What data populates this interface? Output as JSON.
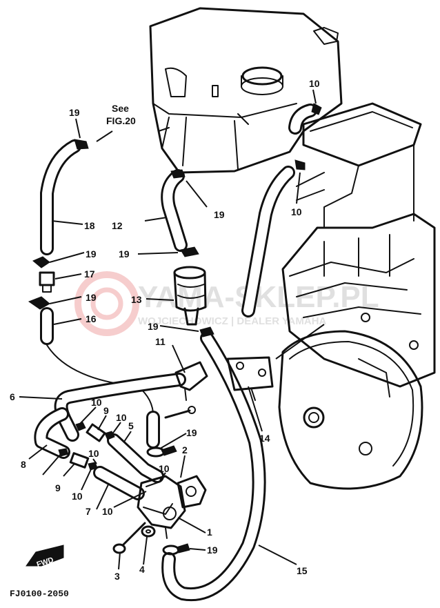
{
  "see_note": {
    "line1": "See",
    "line2": "FIG.20"
  },
  "figure_code": "FJ0100-2050",
  "fwd_badge": "FWD",
  "watermark": {
    "title": "YAMA-SKLEP.PL",
    "subtitle": "WOJCIECHOWICZ | DEALER YAMAHA"
  },
  "callouts": [
    "19",
    "10",
    "19",
    "10",
    "18",
    "12",
    "19",
    "19",
    "17",
    "19",
    "13",
    "16",
    "19",
    "11",
    "6",
    "10",
    "9",
    "10",
    "5",
    "14",
    "19",
    "2",
    "8",
    "10",
    "10",
    "9",
    "10",
    "7",
    "10",
    "1",
    "19",
    "3",
    "4",
    "15"
  ]
}
